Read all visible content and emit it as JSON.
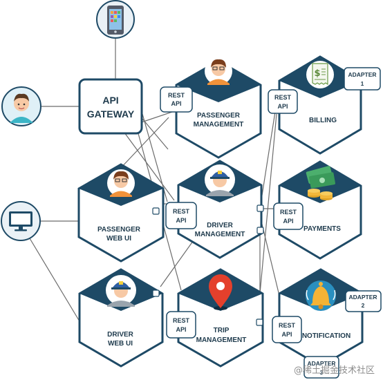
{
  "colors": {
    "navy": "#1e4a66",
    "label": "#1e3a4c",
    "connector": "#6b6b6b"
  },
  "gateway": {
    "line1": "API",
    "line2": "GATEWAY"
  },
  "rest_api": {
    "line1": "REST",
    "line2": "API"
  },
  "services": {
    "passenger_management": {
      "line1": "PASSENGER",
      "line2": "MANAGEMENT",
      "icon": "passenger-avatar-icon"
    },
    "billing": {
      "line1": "BILLING",
      "icon": "receipt-icon"
    },
    "passenger_web_ui": {
      "line1": "PASSENGER",
      "line2": "WEB UI",
      "icon": "passenger-avatar-icon"
    },
    "driver_management": {
      "line1": "DRIVER",
      "line2": "MANAGEMENT",
      "icon": "driver-avatar-icon"
    },
    "payments": {
      "line1": "PAYMENTS",
      "icon": "money-icon"
    },
    "driver_web_ui": {
      "line1": "DRIVER",
      "line2": "WEB UI",
      "icon": "driver-avatar-icon"
    },
    "trip_management": {
      "line1": "TRIP",
      "line2": "MANAGEMENT",
      "icon": "map-pin-icon"
    },
    "notification": {
      "line1": "NOTIFICATION",
      "icon": "bell-icon"
    }
  },
  "adapters": {
    "a1": {
      "line1": "ADAPTER",
      "line2": "1"
    },
    "a2": {
      "line1": "ADAPTER",
      "line2": "2"
    },
    "a3": {
      "line1": "ADAPTER",
      "line2": "3"
    }
  },
  "clients": {
    "mobile": {
      "icon": "smartphone-icon"
    },
    "user": {
      "icon": "user-avatar-icon"
    },
    "monitor": {
      "icon": "monitor-icon"
    }
  },
  "watermark": "@稀土掘金技术社区"
}
